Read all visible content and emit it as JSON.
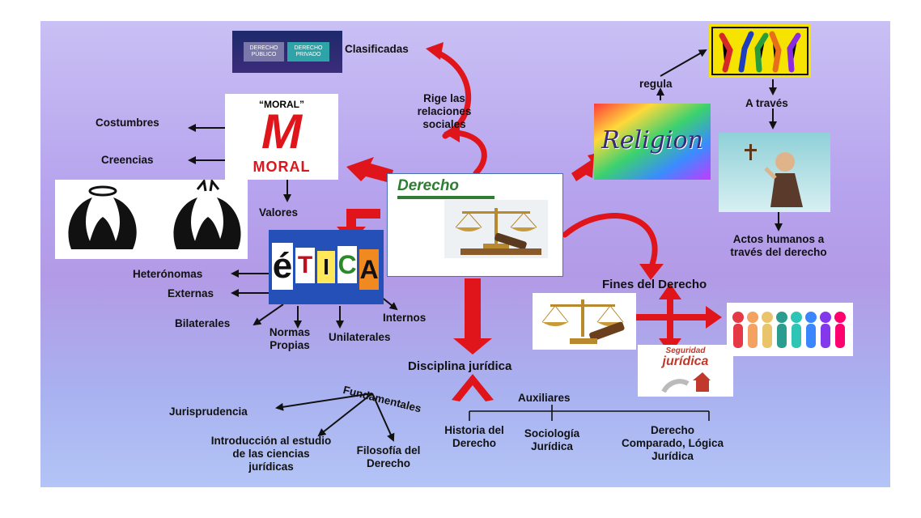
{
  "center": {
    "title": "Derecho"
  },
  "top": {
    "classified_label": "Clasificadas",
    "pub_box": "DERECHO PÚBLICO",
    "priv_box": "DERECHO PRIVADO",
    "rige": "Rige las relaciones sociales"
  },
  "moral": {
    "quote": "“MORAL”",
    "letter": "M",
    "word": "MORAL",
    "costumbres": "Costumbres",
    "creencias": "Creencias",
    "valores": "Valores"
  },
  "etica": {
    "letters": [
      "é",
      "T",
      "I",
      "C",
      "A"
    ],
    "heteronomas": "Heterónomas",
    "externas": "Externas",
    "bilaterales": "Bilaterales",
    "normas_propias": "Normas Propias",
    "unilaterales": "Unilaterales",
    "internos": "Internos"
  },
  "religion": {
    "title": "Religion",
    "regula": "regula",
    "a_traves": "A través",
    "actos": "Actos humanos a través del derecho"
  },
  "fines": {
    "title": "Fines del Derecho",
    "seg_line1": "Seguridad",
    "seg_line2": "jurídica"
  },
  "disciplina": {
    "title": "Disciplina jurídica",
    "fundamentales": "Fundamentales",
    "auxiliares": "Auxiliares",
    "jurisprudencia": "Jurisprudencia",
    "introduccion": "Introducción al estudio de las ciencias jurídicas",
    "filosofia": "Filosofía del Derecho",
    "historia": "Historia del Derecho",
    "sociologia": "Sociología Jurídica",
    "comparado": "Derecho Comparado, Lógica Jurídica"
  },
  "colors": {
    "red": "#e0151b",
    "panel": "#b59de8",
    "derecho_green": "#2e7d32"
  }
}
